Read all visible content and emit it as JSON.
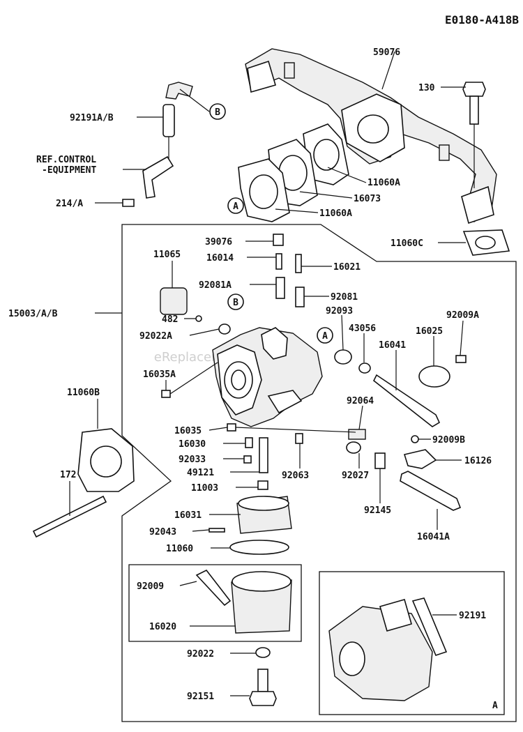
{
  "diagram_code": "E0180-A418B",
  "watermark": "eReplacementParts.com",
  "callouts": {
    "A": "A",
    "B": "B"
  },
  "inset_label": "A",
  "labels": {
    "p59076": "59076",
    "p130": "130",
    "p92191ab": "92191A/B",
    "ref1": "REF.CONTROL",
    "ref2": "-EQUIPMENT",
    "p214a": "214/A",
    "p11060a_top": "11060A",
    "p16073": "16073",
    "p11060a_bot": "11060A",
    "p11060c": "11060C",
    "p39076": "39076",
    "p16014": "16014",
    "p16021": "16021",
    "p92081a": "92081A",
    "p92081": "92081",
    "p11065": "11065",
    "p92093": "92093",
    "p43056": "43056",
    "p16041": "16041",
    "p16025": "16025",
    "p92009a": "92009A",
    "p15003ab": "15003/A/B",
    "p482": "482",
    "p92022a": "92022A",
    "p16035a": "16035A",
    "p11060b": "11060B",
    "p16035": "16035",
    "p92064": "92064",
    "p16030": "16030",
    "p92009b": "92009B",
    "p92033": "92033",
    "p16126": "16126",
    "p172": "172",
    "p49121": "49121",
    "p92063": "92063",
    "p11003": "11003",
    "p92027": "92027",
    "p92145": "92145",
    "p16031": "16031",
    "p16041a": "16041A",
    "p92043": "92043",
    "p11060": "11060",
    "p92009": "92009",
    "p92191": "92191",
    "p16020": "16020",
    "p92022": "92022",
    "p92151": "92151"
  }
}
